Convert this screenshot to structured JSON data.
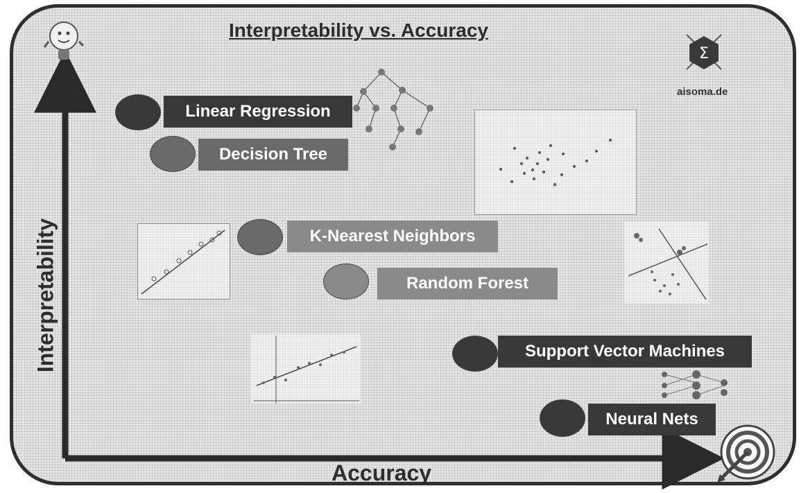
{
  "title": "Interpretability vs. Accuracy",
  "brand": "aisoma.de",
  "axes": {
    "x_label": "Accuracy",
    "y_label": "Interpretability"
  },
  "models": [
    {
      "label": "Linear Regression"
    },
    {
      "label": "Decision Tree"
    },
    {
      "label": "K-Nearest Neighbors"
    },
    {
      "label": "Random Forest"
    },
    {
      "label": "Support Vector Machines"
    },
    {
      "label": "Neural Nets"
    }
  ],
  "icons": {
    "top_left": "lightbulb-icon",
    "top_right": "sigma-hexagon-logo",
    "bottom_right": "target-icon"
  }
}
